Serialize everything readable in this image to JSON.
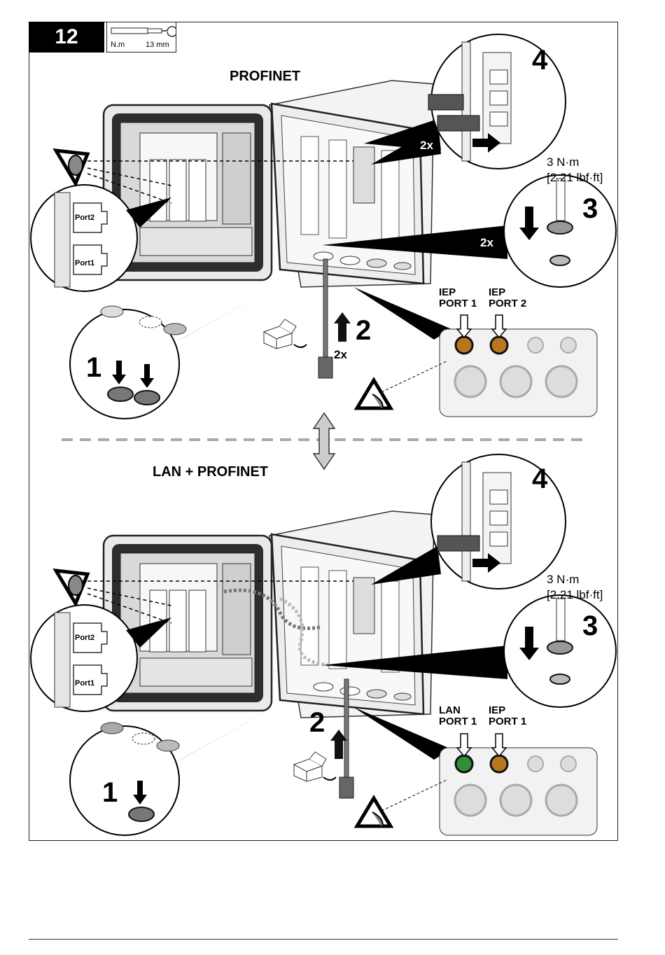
{
  "step": {
    "number": "12"
  },
  "tool": {
    "unit": "N.m",
    "size": "13 mm"
  },
  "top": {
    "heading": "PROFINET",
    "zoom_left": {
      "port2": "Port2",
      "port1": "Port1"
    },
    "steps": {
      "one": "1",
      "two": "2",
      "three": "3",
      "four": "4"
    },
    "multipliers": {
      "plug": "2x",
      "fitting": "2x",
      "connector": "2x"
    },
    "torque": {
      "metric": "3 N·m",
      "imperial": "[2.21 lbf·ft]"
    },
    "ports": [
      {
        "line1": "IEP",
        "line2": "PORT 1",
        "color": "#b8771e"
      },
      {
        "line1": "IEP",
        "line2": "PORT 2",
        "color": "#b8771e"
      }
    ]
  },
  "bottom": {
    "heading": "LAN + PROFINET",
    "zoom_left": {
      "port2": "Port2",
      "port1": "Port1"
    },
    "steps": {
      "one": "1",
      "two": "2",
      "three": "3",
      "four": "4"
    },
    "torque": {
      "metric": "3 N·m",
      "imperial": "[2.21 lbf·ft]"
    },
    "ports": [
      {
        "line1": "LAN",
        "line2": "PORT 1",
        "color": "#2f8f3a"
      },
      {
        "line1": "IEP",
        "line2": "PORT 1",
        "color": "#b8771e"
      }
    ]
  }
}
